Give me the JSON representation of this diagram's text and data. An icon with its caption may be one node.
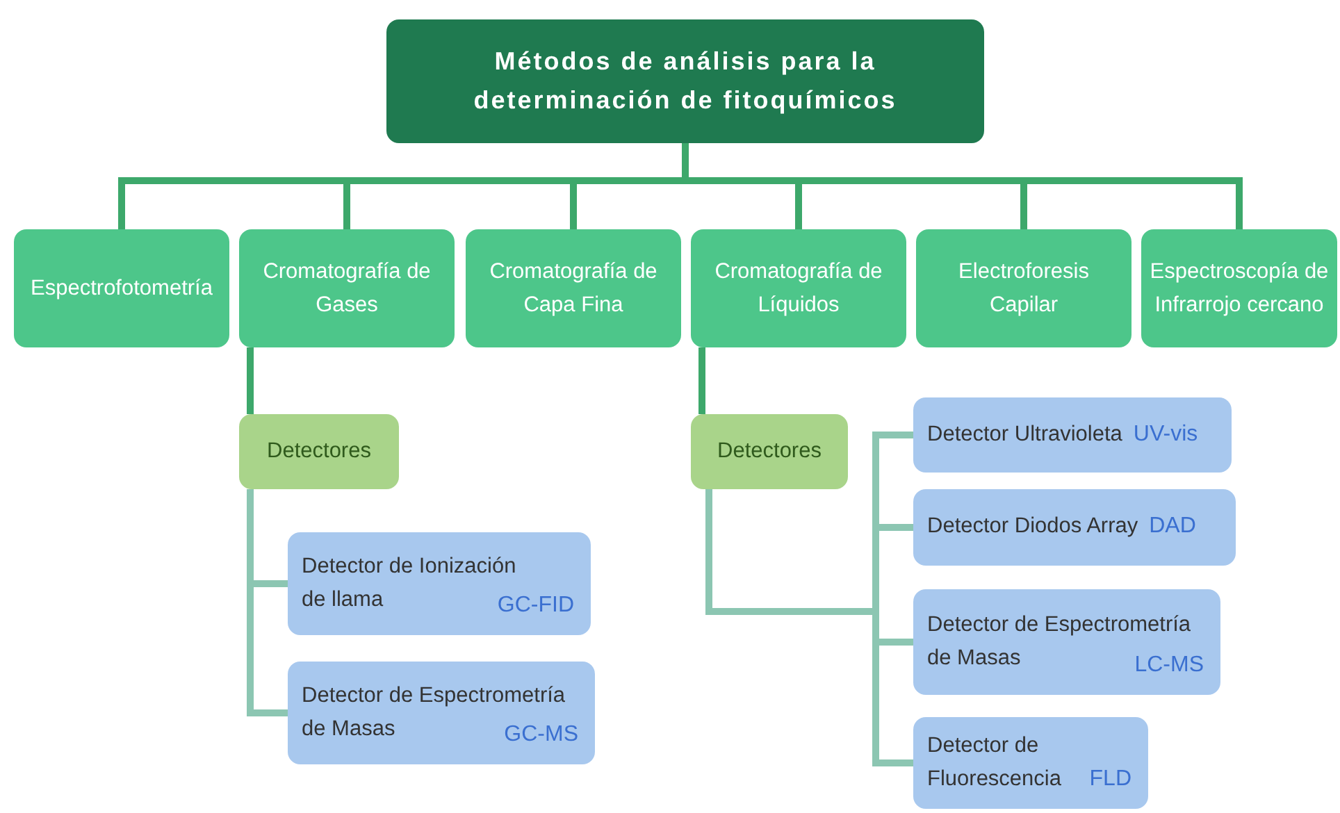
{
  "diagram": {
    "nodes": [
      {
        "text": [
          "Métodos de análisis para la determinación de fitoquímicos"
        ]
      },
      {
        "text": [
          "Espectrofotometría"
        ]
      },
      {
        "text": [
          "Cromatografía de Gases"
        ]
      },
      {
        "text": [
          "Cromatografía de Capa Fina"
        ]
      },
      {
        "text": [
          "Cromatografía de Líquidos"
        ]
      },
      {
        "text": [
          "Electroforesis Capilar"
        ]
      },
      {
        "text": [
          "Espectroscopía de Infrarrojo cercano"
        ]
      },
      {
        "text": [
          "Detectores"
        ]
      },
      {
        "text": [
          "Detector de Ionización de llama",
          "GC-FID"
        ]
      },
      {
        "text": [
          "Detector de Espectrometría de Masas",
          "GC-MS"
        ]
      },
      {
        "text": [
          "Detectores"
        ]
      },
      {
        "text": [
          "Detector Ultravioleta",
          "UV-vis"
        ]
      },
      {
        "text": [
          "Detector Diodos Array",
          "DAD"
        ]
      },
      {
        "text": [
          "Detector de Espectrometría de Masas",
          "LC-MS"
        ]
      },
      {
        "text": [
          "Detector de Fluorescencia",
          "FLD"
        ]
      }
    ],
    "edges": [
      {
        "from": 0,
        "to": 1,
        "arrow": "none"
      },
      {
        "from": 0,
        "to": 2,
        "arrow": "none"
      },
      {
        "from": 0,
        "to": 3,
        "arrow": "none"
      },
      {
        "from": 0,
        "to": 4,
        "arrow": "none"
      },
      {
        "from": 0,
        "to": 5,
        "arrow": "none"
      },
      {
        "from": 0,
        "to": 6,
        "arrow": "none"
      },
      {
        "from": 2,
        "to": 7,
        "arrow": "none"
      },
      {
        "from": 7,
        "to": 8,
        "arrow": "none"
      },
      {
        "from": 7,
        "to": 9,
        "arrow": "none"
      },
      {
        "from": 4,
        "to": 10,
        "arrow": "none"
      },
      {
        "from": 10,
        "to": 11,
        "arrow": "none"
      },
      {
        "from": 10,
        "to": 12,
        "arrow": "none"
      },
      {
        "from": 10,
        "to": 13,
        "arrow": "none"
      },
      {
        "from": 10,
        "to": 14,
        "arrow": "none"
      }
    ]
  }
}
